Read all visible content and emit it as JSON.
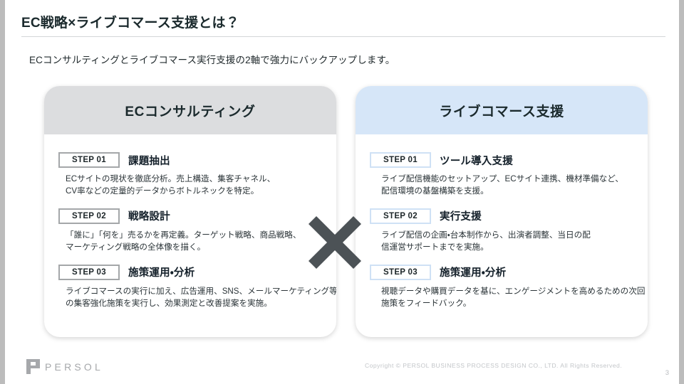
{
  "slide": {
    "title": "EC戦略×ライブコマース支援とは？",
    "lead": "ECコンサルティングとライブコマース実行支援の2軸で強力にバックアップします。",
    "center_icon": "cross-icon",
    "page_number": "3"
  },
  "colors": {
    "left_header_bg": "#dcdddf",
    "right_header_bg": "#d6e6f8",
    "left_badge_border": "#a4a7a9",
    "right_badge_border": "#cfe1f5",
    "cross": "#4c5256",
    "title_text": "#1b2a2d",
    "gutter": "#bcbcbc",
    "logo": "#a6a8ab"
  },
  "cards": [
    {
      "id": "ec-consulting",
      "heading": "ECコンサルティング",
      "steps": [
        {
          "badge": "STEP 01",
          "title": "課題抽出",
          "desc_lines": [
            "ECサイトの現状を徹底分析。売上構造、集客チャネル、",
            "CV率などの定量的データからボトルネックを特定。"
          ]
        },
        {
          "badge": "STEP 02",
          "title": "戦略設計",
          "desc_lines": [
            "「誰に」「何を」売るかを再定義。ターゲット戦略、商品戦略、",
            "マーケティング戦略の全体像を描く。"
          ]
        },
        {
          "badge": "STEP 03",
          "title": "施策運用・分析",
          "desc_lines": [
            "ライブコマースの実行に加え、広告運用、SNS、メールマーケティング等",
            "の集客強化施策を実行し、効果測定と改善提案を実施。"
          ]
        }
      ]
    },
    {
      "id": "live-commerce-support",
      "heading": "ライブコマース支援",
      "steps": [
        {
          "badge": "STEP 01",
          "title": "ツール導入支援",
          "desc_lines": [
            "ライブ配信機能のセットアップ、ECサイト連携、機材準備など、",
            "配信環境の基盤構築を支援。"
          ]
        },
        {
          "badge": "STEP 02",
          "title": "実行支援",
          "desc_lines": [
            "ライブ配信の企画・台本制作から、出演者調整、当日の配",
            "信運営サポートまでを実施。"
          ]
        },
        {
          "badge": "STEP 03",
          "title": "施策運用・分析",
          "desc_lines": [
            "視聴データや購買データを基に、エンゲージメントを高めるための次回",
            "施策をフィードバック。"
          ]
        }
      ]
    }
  ],
  "footer": {
    "logo_text": "PERSOL",
    "copyright": "Copyright © PERSOL BUSINESS PROCESS DESIGN CO., LTD. All Rights Reserved."
  }
}
